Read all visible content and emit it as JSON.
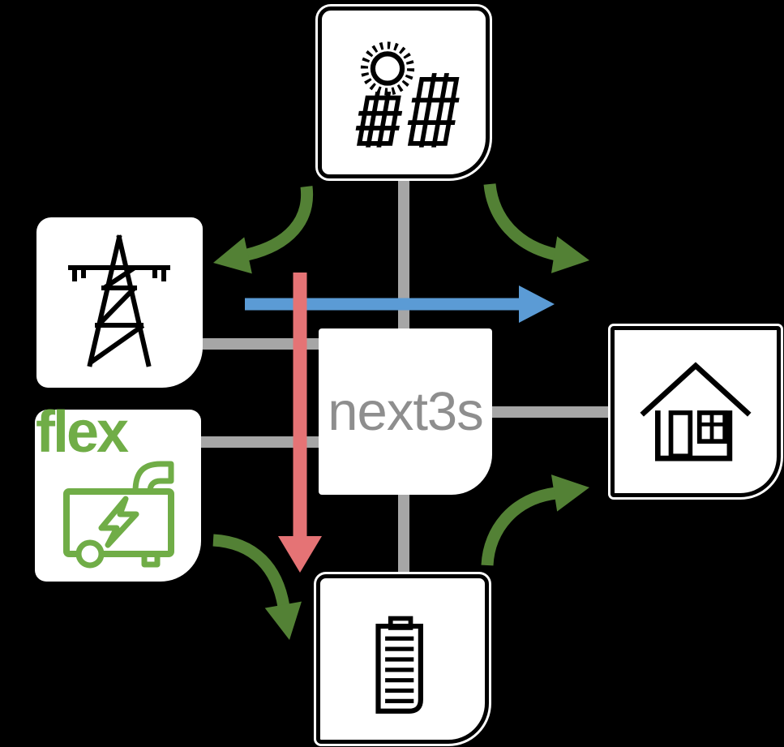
{
  "labels": {
    "inverter": "next3s",
    "flex": "flex"
  },
  "colors": {
    "background": "#000000",
    "node_fill": "#ffffff",
    "node_border": "#000000",
    "connector_gray": "#A6A6A6",
    "flow_blue": "#5B9BD5",
    "flow_red": "#E57375",
    "flow_green": "#538135",
    "flex_green": "#70AD47",
    "inverter_text": "#8E8E8E",
    "icon_stroke": "#000000"
  },
  "nodes": [
    {
      "id": "pv",
      "icon": "solar-panel-icon"
    },
    {
      "id": "grid",
      "icon": "transmission-tower-icon"
    },
    {
      "id": "flex-generator",
      "label": "flex",
      "icon": "generator-icon"
    },
    {
      "id": "inverter",
      "label": "next3s"
    },
    {
      "id": "house",
      "icon": "house-icon"
    },
    {
      "id": "battery",
      "icon": "battery-icon"
    }
  ],
  "connectors": [
    {
      "from": "pv",
      "to": "inverter"
    },
    {
      "from": "grid",
      "to": "inverter"
    },
    {
      "from": "flex-generator",
      "to": "inverter"
    },
    {
      "from": "inverter",
      "to": "house"
    },
    {
      "from": "inverter",
      "to": "battery"
    }
  ],
  "arrows": [
    {
      "name": "pv-to-grid",
      "color_key": "flow_green",
      "direction": "curved-left"
    },
    {
      "name": "pv-to-house",
      "color_key": "flow_green",
      "direction": "curved-right"
    },
    {
      "name": "flex-to-battery",
      "color_key": "flow_green",
      "direction": "curved-down"
    },
    {
      "name": "battery-to-house",
      "color_key": "flow_green",
      "direction": "curved-up-right"
    },
    {
      "name": "grid-flow",
      "color_key": "flow_blue",
      "direction": "right"
    },
    {
      "name": "down-flow",
      "color_key": "flow_red",
      "direction": "down"
    }
  ]
}
